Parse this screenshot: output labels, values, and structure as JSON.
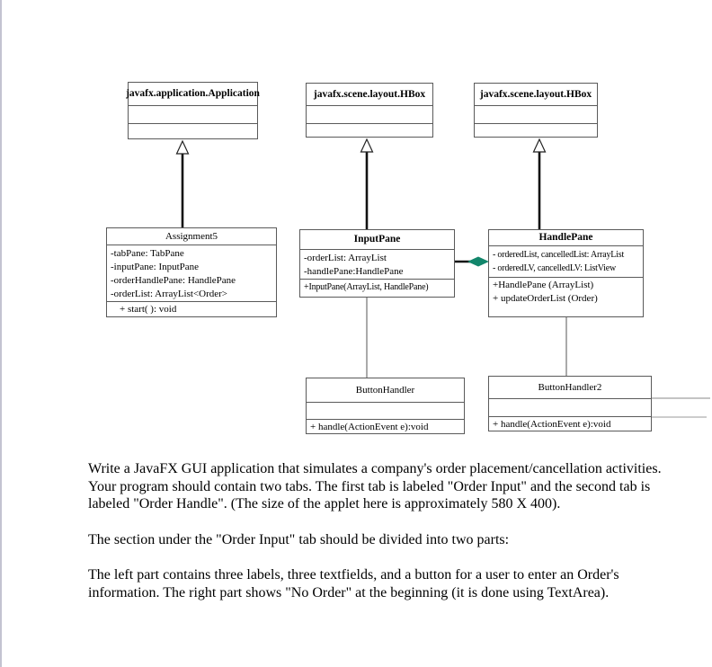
{
  "colors": {
    "diamond": "#12866b",
    "box_border": "#5a5a5a",
    "left_edge": "#c3c3d1"
  },
  "diagram": {
    "classes": [
      {
        "id": "application",
        "title": "javafx.application.Application",
        "attributes": [],
        "methods": []
      },
      {
        "id": "hbox-left",
        "title": "javafx.scene.layout.HBox",
        "attributes": [],
        "methods": []
      },
      {
        "id": "hbox-right",
        "title": "javafx.scene.layout.HBox",
        "attributes": [],
        "methods": []
      },
      {
        "id": "assignment5",
        "title": "Assignment5",
        "attributes": [
          "-tabPane: TabPane",
          "-inputPane: InputPane",
          "-orderHandlePane: HandlePane",
          "-orderList: ArrayList<Order>"
        ],
        "methods": [
          "+ start( ): void"
        ]
      },
      {
        "id": "inputpane",
        "title": "InputPane",
        "attributes": [
          "-orderList: ArrayList",
          "-handlePane:HandlePane"
        ],
        "methods": [
          "+InputPane(ArrayList, HandlePane)"
        ]
      },
      {
        "id": "handlepane",
        "title": "HandlePane",
        "attributes": [
          "- orderedList, cancelledList: ArrayList",
          "- orderedLV, cancelledLV: ListView"
        ],
        "methods": [
          "+HandlePane (ArrayList)",
          "+ updateOrderList (Order)"
        ]
      },
      {
        "id": "buttonhandler",
        "title": "ButtonHandler",
        "attributes": [],
        "methods": [
          "+ handle(ActionEvent e):void"
        ]
      },
      {
        "id": "buttonhandler2",
        "title": "ButtonHandler2",
        "attributes": [],
        "methods": [
          "+ handle(ActionEvent e):void"
        ]
      }
    ],
    "relations": [
      "Assignment5 extends javafx.application.Application",
      "InputPane extends javafx.scene.layout.HBox",
      "HandlePane extends javafx.scene.layout.HBox",
      "InputPane aggregates HandlePane",
      "InputPane - ButtonHandler",
      "HandlePane - ButtonHandler2"
    ]
  },
  "text": {
    "paragraph1": "Write a JavaFX GUI application that simulates a company's order placement/cancellation activities. Your program should contain two tabs. The first tab is labeled \"Order Input\" and the second tab is labeled \"Order Handle\". (The size of the applet here is approximately 580 X 400).",
    "paragraph2": "The section under the \"Order Input\" tab should be divided into two parts:",
    "paragraph3": "The left part contains three labels, three textfields, and a button for a user to enter an Order's information. The right part shows \"No Order\" at the beginning (it is done using TextArea)."
  }
}
